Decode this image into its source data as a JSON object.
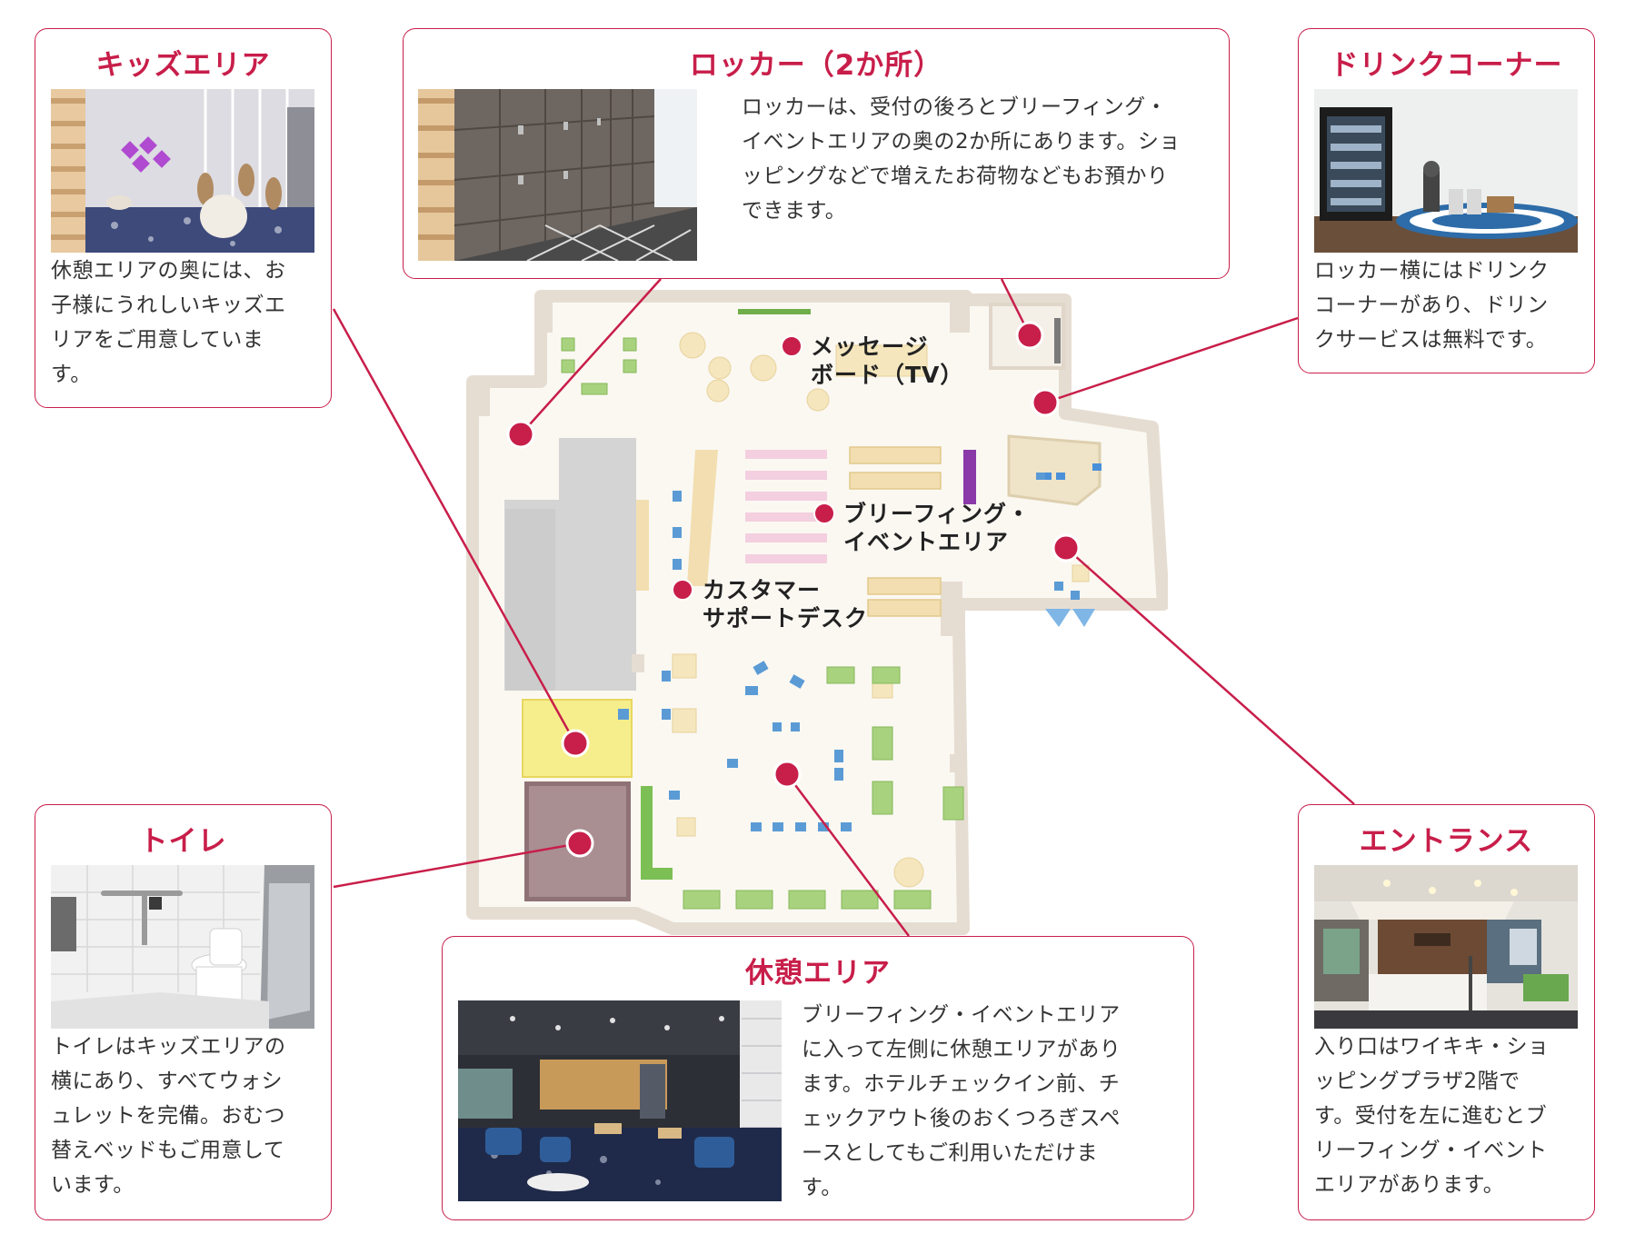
{
  "accent_color": "#c81e4a",
  "cards": {
    "kids": {
      "title": "キッズエリア",
      "lines": [
        "休憩エリアの奥には、お",
        "子様にうれしいキッズエ",
        "リアをご用意していま",
        "す。"
      ]
    },
    "locker": {
      "title": "ロッカー（2か所）",
      "lines": [
        "ロッカーは、受付の後ろとブリーフィング・",
        "イベントエリアの奥の2か所にあります。ショ",
        "ッピングなどで増えたお荷物などもお預かり",
        "できます。"
      ]
    },
    "drink": {
      "title": "ドリンクコーナー",
      "lines": [
        "ロッカー横にはドリンク",
        "コーナーがあり、ドリン",
        "クサービスは無料です。"
      ]
    },
    "toilet": {
      "title": "トイレ",
      "lines": [
        "トイレはキッズエリアの",
        "横にあり、すべてウォシ",
        "ュレットを完備。おむつ",
        "替えベッドもご用意して",
        "います。"
      ]
    },
    "lounge": {
      "title": "休憩エリア",
      "lines": [
        "ブリーフィング・イベントエリア",
        "に入って左側に休憩エリアがあり",
        "ます。ホテルチェックイン前、チ",
        "ェックアウト後のおくつろぎスペ",
        "ースとしてもご利用いただけま",
        "す。"
      ]
    },
    "entrance": {
      "title": "エントランス",
      "lines": [
        "入り口はワイキキ・ショ",
        "ッピングプラザ2階で",
        "す。受付を左に進むとブ",
        "リーフィング・イベント",
        "エリアがあります。"
      ]
    }
  },
  "map_labels": {
    "message_board": [
      "メッセージ",
      "ボード（TV）"
    ],
    "briefing": [
      "ブリーフィング・",
      "イベントエリア"
    ],
    "support": [
      "カスタマー",
      "サポートデスク"
    ]
  },
  "photos": {
    "kids": "kids-area-photo",
    "locker": "locker-photo",
    "drink": "drink-corner-photo",
    "toilet": "toilet-photo",
    "lounge": "lounge-photo",
    "entrance": "entrance-photo"
  }
}
